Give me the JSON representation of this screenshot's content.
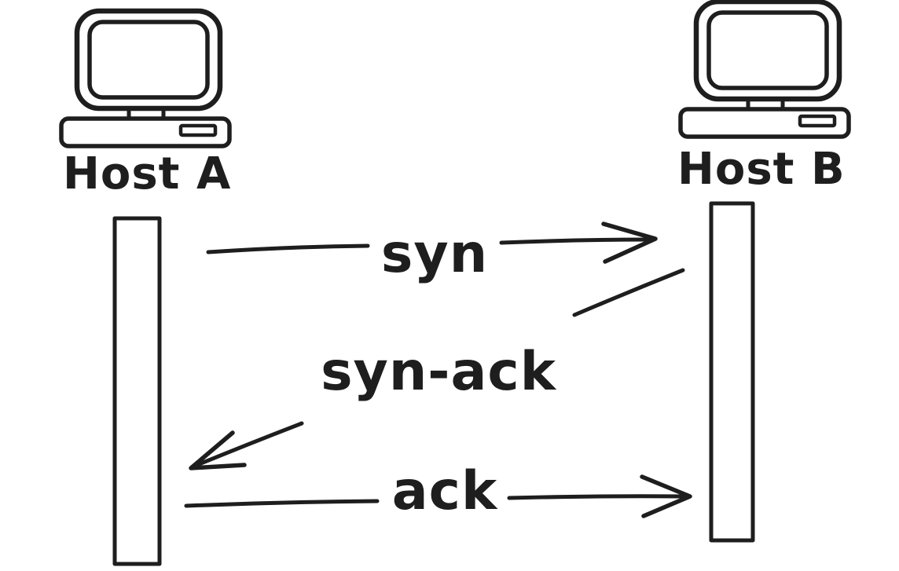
{
  "colors": {
    "ink": "#1e1e1e",
    "background": "#ffffff"
  },
  "hosts": [
    {
      "id": "host-a",
      "label": "Host A",
      "icon": "desktop-computer-icon"
    },
    {
      "id": "host-b",
      "label": "Host B",
      "icon": "desktop-computer-icon"
    }
  ],
  "messages": [
    {
      "label": "syn",
      "from": "Host A",
      "to": "Host B",
      "direction": "right"
    },
    {
      "label": "syn-ack",
      "from": "Host B",
      "to": "Host A",
      "direction": "left"
    },
    {
      "label": "ack",
      "from": "Host A",
      "to": "Host B",
      "direction": "right"
    }
  ]
}
